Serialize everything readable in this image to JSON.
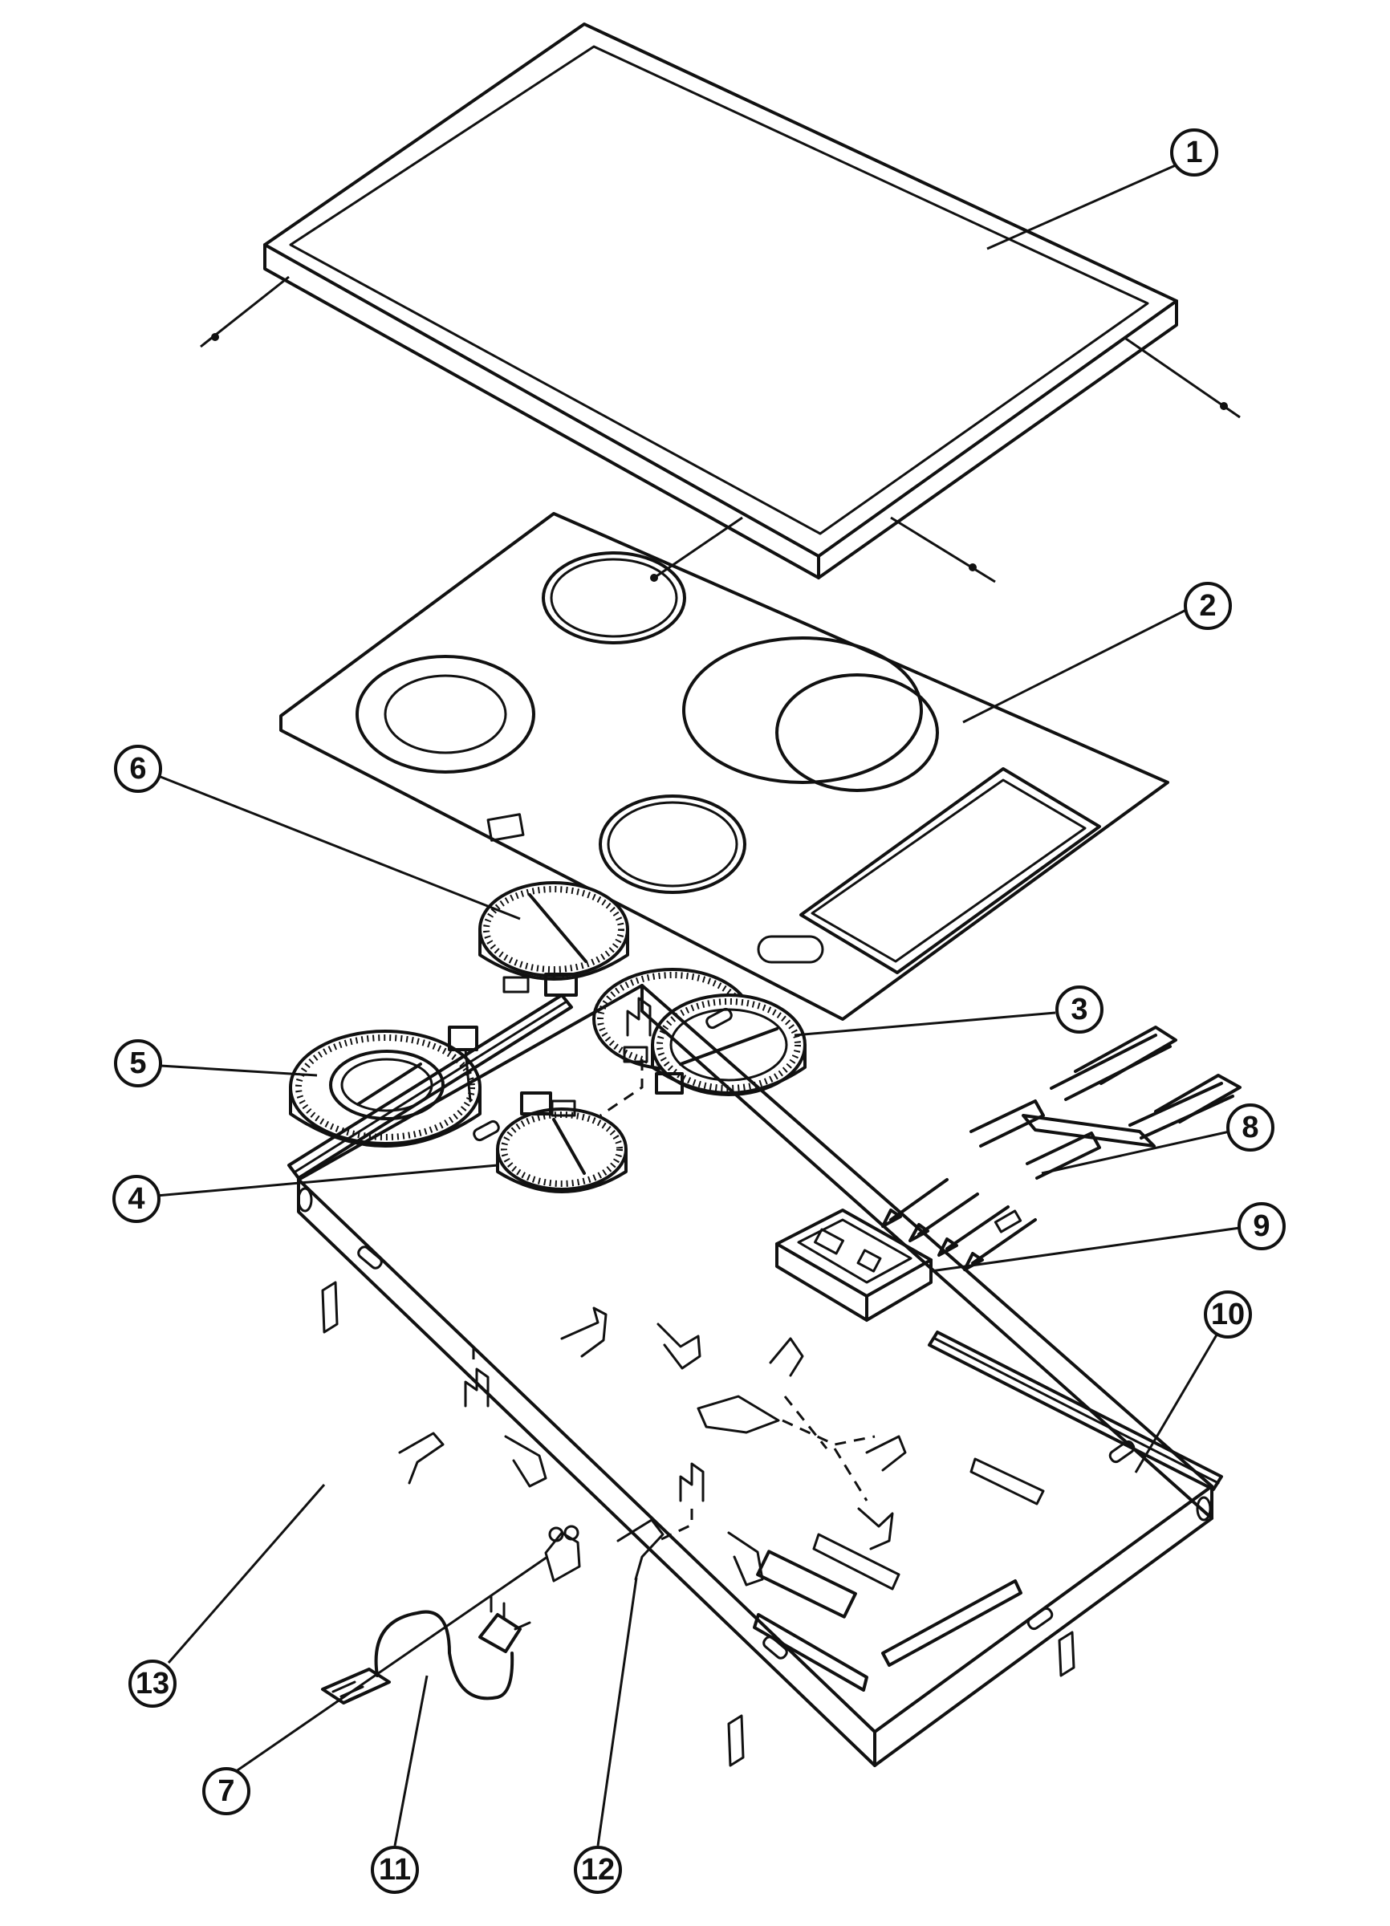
{
  "diagram": {
    "callouts": [
      {
        "label": "1"
      },
      {
        "label": "2"
      },
      {
        "label": "3"
      },
      {
        "label": "4"
      },
      {
        "label": "5"
      },
      {
        "label": "6"
      },
      {
        "label": "7"
      },
      {
        "label": "8"
      },
      {
        "label": "9"
      },
      {
        "label": "10"
      },
      {
        "label": "11"
      },
      {
        "label": "12"
      },
      {
        "label": "13"
      }
    ],
    "colors": {
      "ink": "#111111",
      "paper": "#ffffff"
    }
  }
}
